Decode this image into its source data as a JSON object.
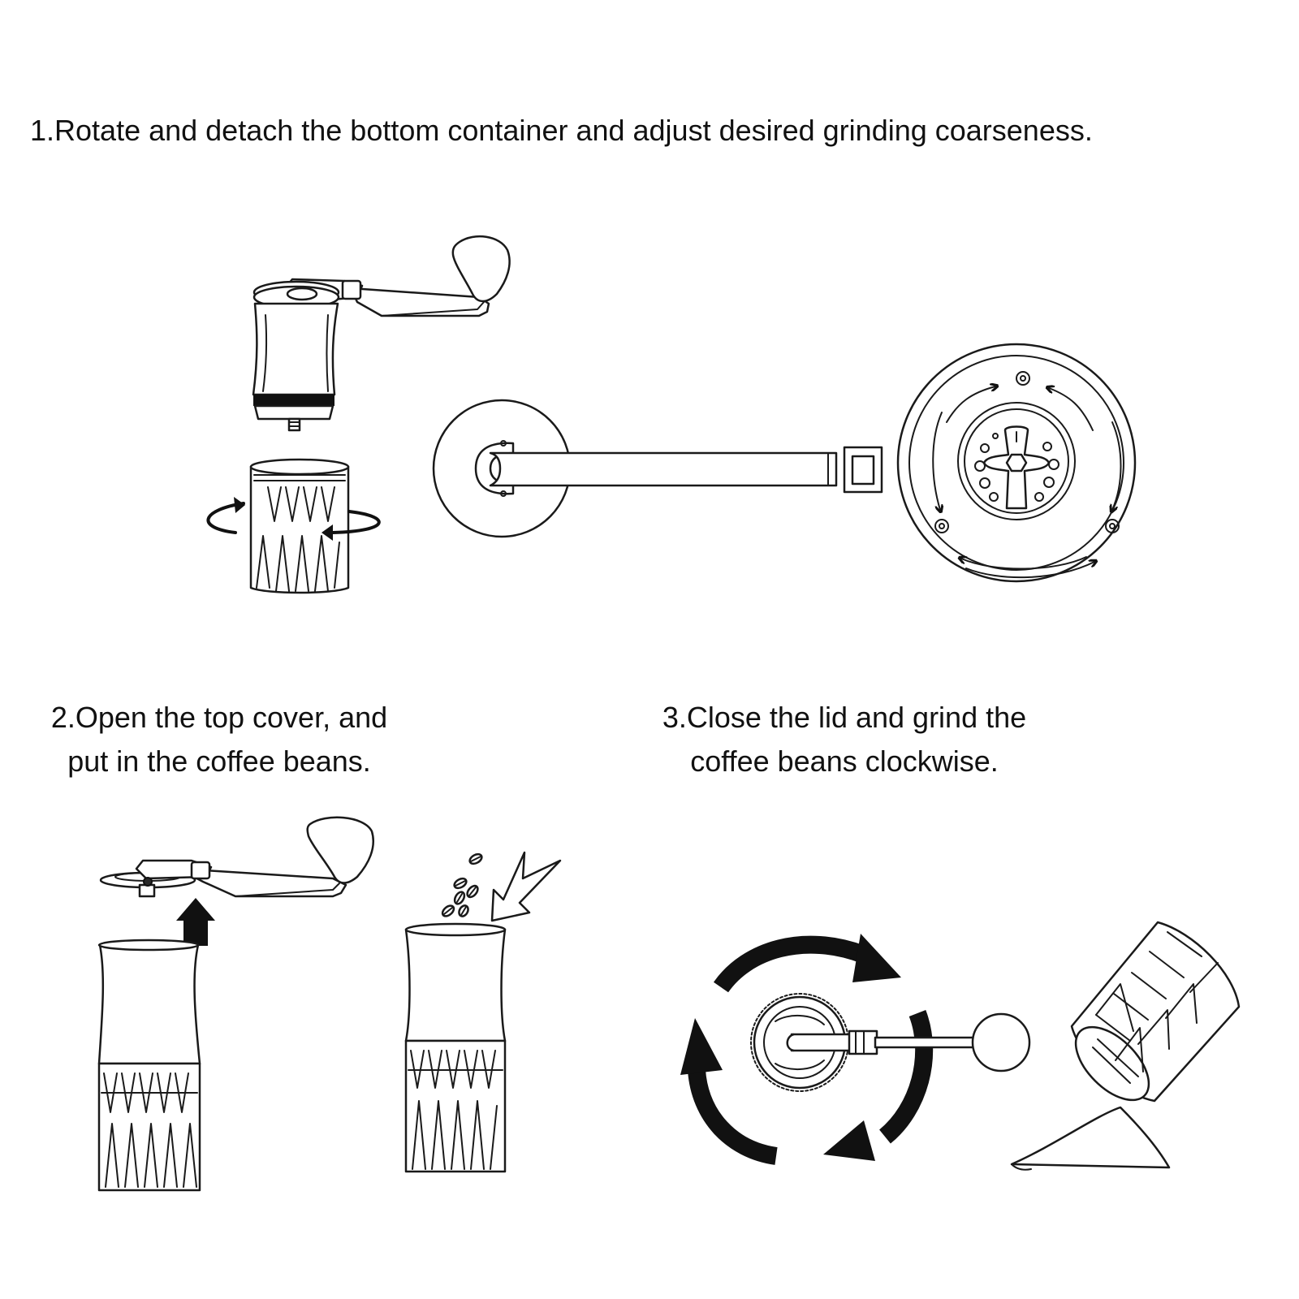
{
  "steps": [
    {
      "text": "1.Rotate and detach the bottom container and adjust desired grinding coarseness."
    },
    {
      "line1": "2.Open the top cover, and",
      "line2": "put in the coffee beans."
    },
    {
      "line1": "3.Close the lid and grind the",
      "line2": "coffee beans clockwise."
    }
  ],
  "colors": {
    "ink": "#111111",
    "background": "#ffffff"
  }
}
